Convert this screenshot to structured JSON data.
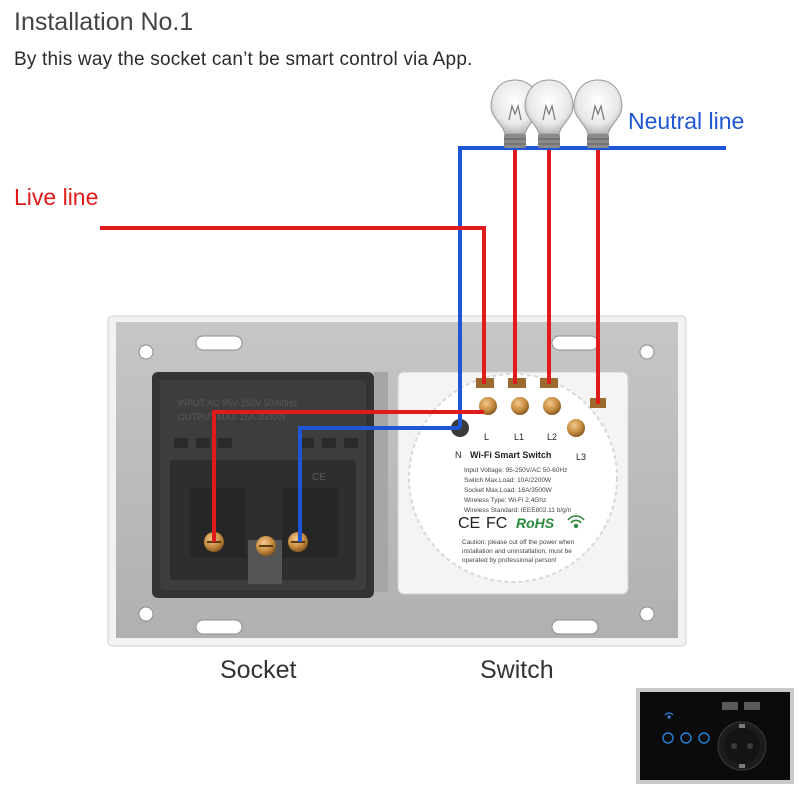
{
  "header": {
    "title": "Installation No.1",
    "subtitle": "By this way the socket can’t be smart control via App."
  },
  "labels": {
    "live_line": "Live line",
    "neutral_line": "Neutral line",
    "socket": "Socket",
    "switch": "Switch"
  },
  "switch_module": {
    "terminal_n": "N",
    "terminal_l": "L",
    "terminal_l1": "L1",
    "terminal_l2": "L2",
    "terminal_l3": "L3",
    "product_name": "Wi-Fi Smart Switch",
    "specs": [
      "Input Voltage: 95-250V/AC 50-60Hz",
      "Switch Max.Load: 10A/2200W",
      "Socket Max.Load: 16A/3500W",
      "Wireless Type: Wi-Fi 2.4Ghz",
      "Wireless Standard: IEEE802.11 b/g/n"
    ],
    "cert_ce": "CE",
    "cert_fc": "FC",
    "cert_rohs": "RoHS",
    "caution": [
      "Caution: please cut off the power when",
      "installation and uninstallation, must be",
      "operated by professional person!"
    ]
  },
  "socket_module": {
    "embossed": [
      "INPUT AC 95V-250V 50/60Hz",
      "OUTPUT MAX 16A 3500W"
    ],
    "ce_mark": "CE"
  },
  "colors": {
    "live": "#e01b1b",
    "neutral": "#1e56d6",
    "panel": "#b9b9b9"
  },
  "icons": [
    "light-bulb-icon",
    "wifi-icon"
  ]
}
